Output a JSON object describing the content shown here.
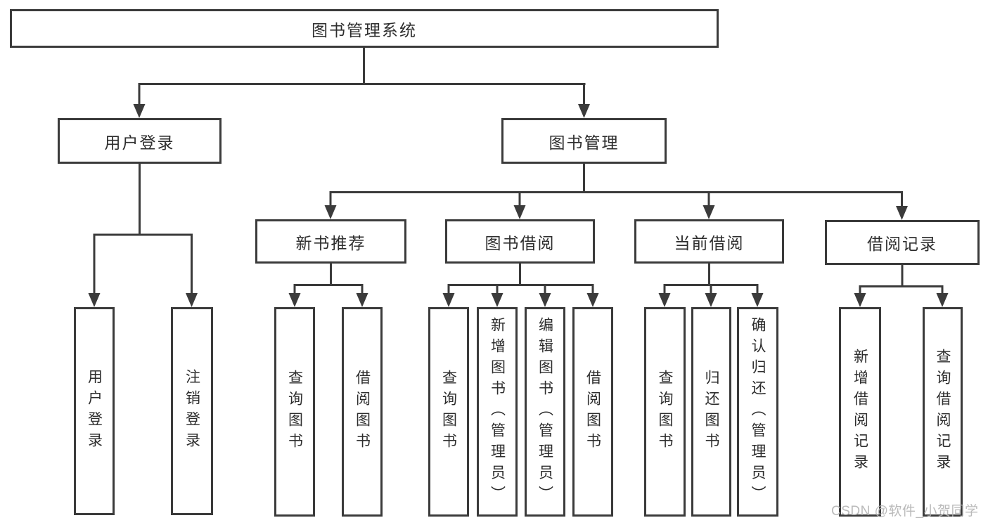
{
  "palette": {
    "line_color": "#3b3b3b",
    "text_color": "#2d2d2d",
    "box_background": "#ffffff",
    "watermark_color": "#b2b2b2"
  },
  "watermark": {
    "text": "CSDN @软件_小贺同学"
  },
  "tree": {
    "root": "图书管理系统",
    "user_login": {
      "label": "用户登录",
      "children": [
        "用户登录",
        "注销登录"
      ]
    },
    "book_mgmt": {
      "label": "图书管理"
    },
    "new_book_rec": {
      "label": "新书推荐",
      "children": [
        "查询图书",
        "借阅图书"
      ]
    },
    "book_borrow": {
      "label": "图书借阅",
      "children": [
        "查询图书",
        "新增图书（管理员）",
        "编辑图书（管理员）",
        "借阅图书"
      ]
    },
    "current_borrow": {
      "label": "当前借阅",
      "children": [
        "查询图书",
        "归还图书",
        "确认归还（管理员）"
      ]
    },
    "borrow_records": {
      "label": "借阅记录",
      "children": [
        "新增借阅记录",
        "查询借阅记录"
      ]
    }
  }
}
